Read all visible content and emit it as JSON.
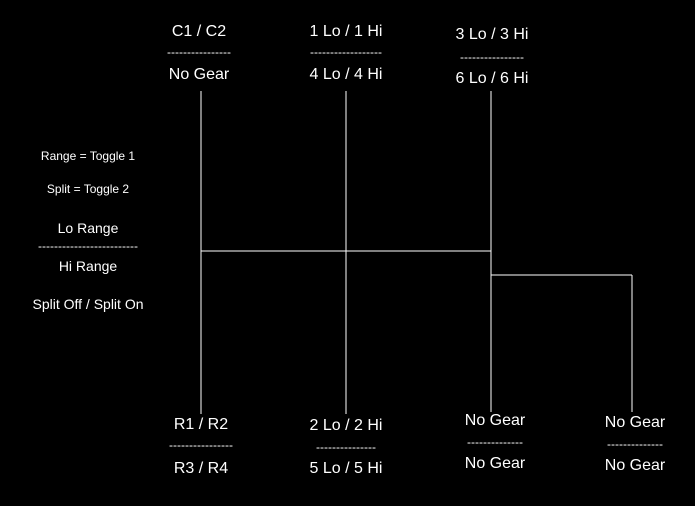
{
  "legend": {
    "range": "Range = Toggle 1",
    "split": "Split = Toggle 2",
    "lo_range": "Lo Range",
    "dashes": "-------------------------",
    "hi_range": "Hi Range",
    "split_mode": "Split Off / Split On"
  },
  "gears": {
    "c1c2": "C1 / C2",
    "no_gear_top": "No Gear",
    "dash_a": "----------------",
    "lo1hi1": "1 Lo / 1 Hi",
    "lo4hi4": "4 Lo / 4 Hi",
    "dash_b": "------------------",
    "lo3hi3": "3 Lo / 3 Hi",
    "lo6hi6": "6 Lo / 6 Hi",
    "dash_c": "----------------",
    "r1r2": "R1 / R2",
    "r3r4": "R3 / R4",
    "dash_d": "----------------",
    "lo2hi2": "2 Lo / 2 Hi",
    "lo5hi5": "5 Lo / 5 Hi",
    "dash_e": "---------------",
    "ng_b1": "No Gear",
    "ng_b2": "No Gear",
    "dash_f": "--------------",
    "ng_c1": "No Gear",
    "ng_c2": "No Gear",
    "dash_g": "--------------"
  },
  "colors": {
    "background": "#000000",
    "line": "#ffffff",
    "text": "#ffffff"
  }
}
